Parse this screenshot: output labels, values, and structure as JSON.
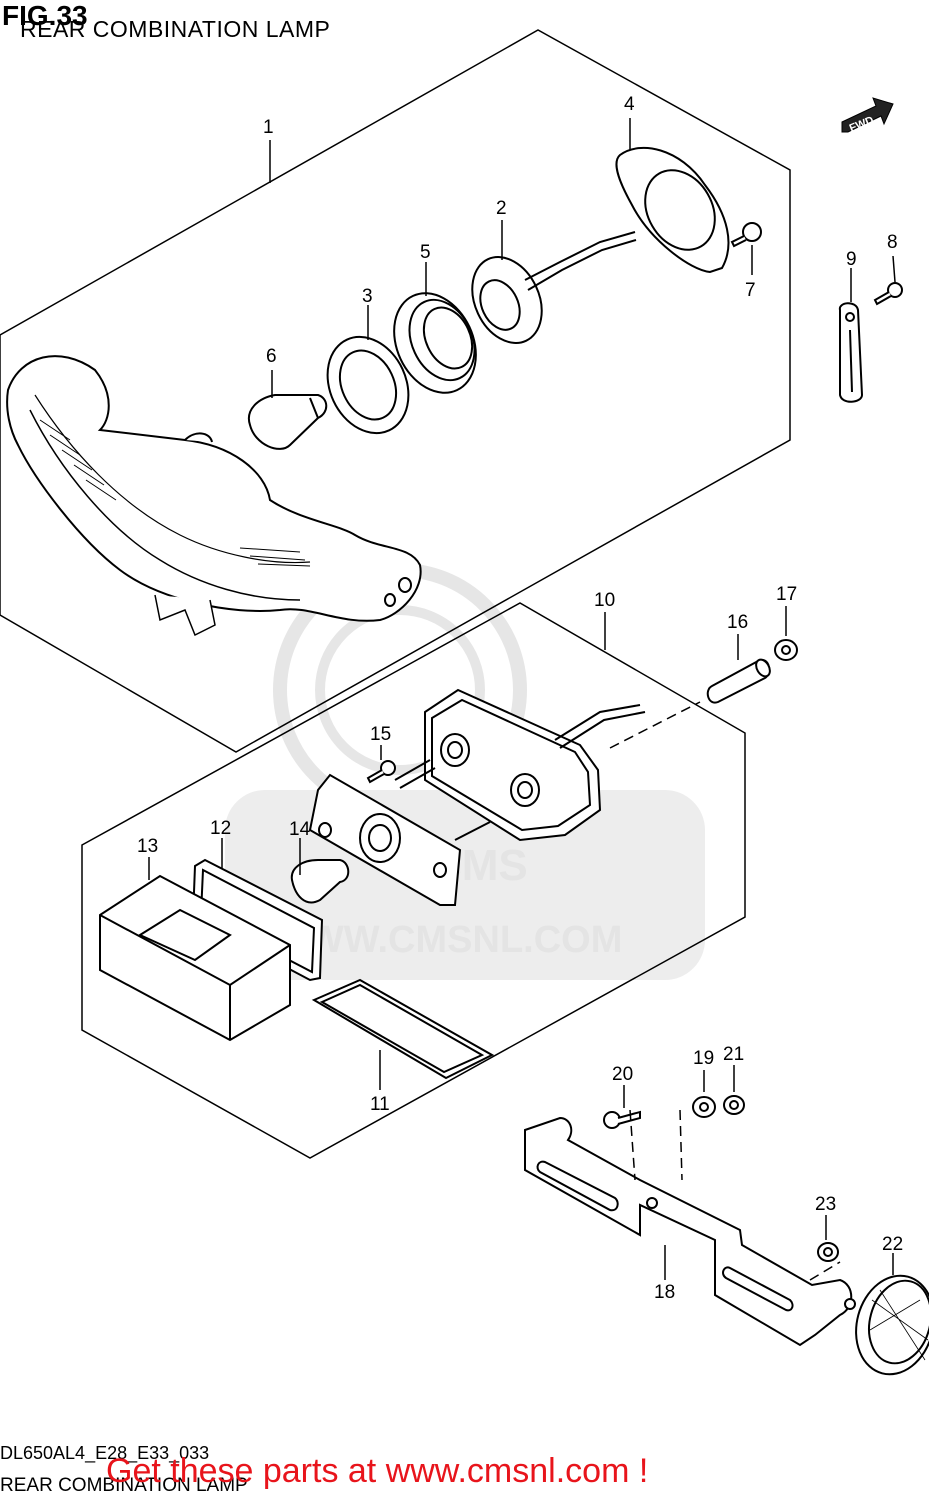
{
  "figure": {
    "number": "FIG.33",
    "title": "REAR COMBINATION LAMP",
    "footer_code": "DL650AL4_E28_E33_033",
    "footer_title": "REAR COMBINATION LAMP"
  },
  "direction_label": "FWD",
  "watermark": {
    "logo_text": "CMS",
    "url": "WWW.CMSNL.COM"
  },
  "promo": {
    "text": "Get these parts at www.cmsnl.com !",
    "color": "#e8141b"
  },
  "callouts": [
    {
      "id": "c1",
      "label": "1"
    },
    {
      "id": "c2",
      "label": "2"
    },
    {
      "id": "c3",
      "label": "3"
    },
    {
      "id": "c4",
      "label": "4"
    },
    {
      "id": "c5",
      "label": "5"
    },
    {
      "id": "c6",
      "label": "6"
    },
    {
      "id": "c7",
      "label": "7"
    },
    {
      "id": "c8",
      "label": "8"
    },
    {
      "id": "c9",
      "label": "9"
    },
    {
      "id": "c10",
      "label": "10"
    },
    {
      "id": "c11",
      "label": "11"
    },
    {
      "id": "c12",
      "label": "12"
    },
    {
      "id": "c13",
      "label": "13"
    },
    {
      "id": "c14",
      "label": "14"
    },
    {
      "id": "c15",
      "label": "15"
    },
    {
      "id": "c16",
      "label": "16"
    },
    {
      "id": "c17",
      "label": "17"
    },
    {
      "id": "c18",
      "label": "18"
    },
    {
      "id": "c19",
      "label": "19"
    },
    {
      "id": "c20",
      "label": "20"
    },
    {
      "id": "c21",
      "label": "21"
    },
    {
      "id": "c22",
      "label": "22"
    },
    {
      "id": "c23",
      "label": "23"
    }
  ]
}
